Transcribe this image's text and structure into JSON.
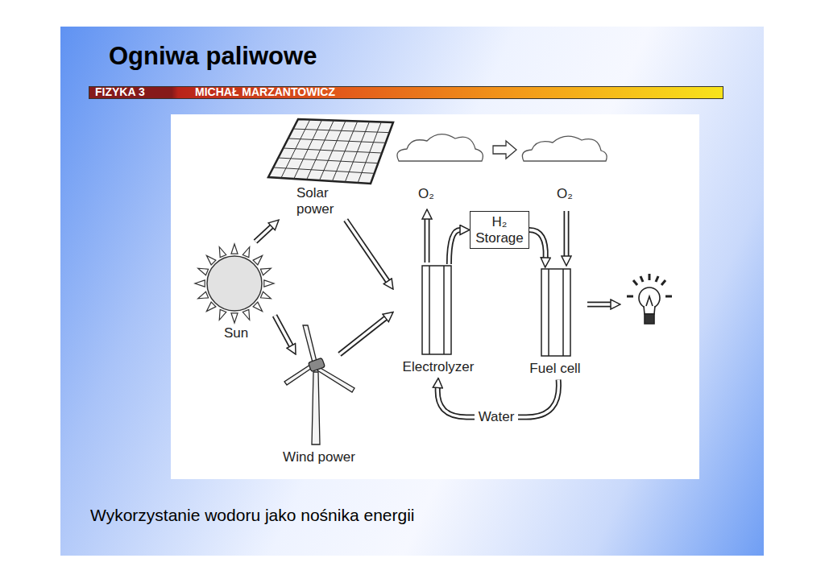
{
  "diagram": {
    "title": "Ogniwa paliwowe",
    "caption": "Wykorzystanie wodoru jako nośnika energii",
    "nodes": [
      {
        "text": [
          "Solar power"
        ]
      },
      {
        "text": [
          "H₂ Storage"
        ]
      },
      {
        "text": [
          "Sun"
        ]
      },
      {
        "text": [
          "Electrolyzer"
        ]
      },
      {
        "text": [
          "Fuel cell"
        ]
      },
      {
        "text": [
          "Wind power"
        ]
      }
    ],
    "edges": [
      {
        "from": 2,
        "to": 0,
        "arrow": "to"
      },
      {
        "from": 2,
        "to": 5,
        "arrow": "to"
      },
      {
        "from": 0,
        "to": 3,
        "arrow": "to"
      },
      {
        "from": 5,
        "to": 3,
        "arrow": "to"
      },
      {
        "from": 3,
        "to": 1,
        "arrow": "to"
      },
      {
        "from": 1,
        "to": 4,
        "arrow": "to"
      },
      {
        "from": 4,
        "to": 3,
        "label": "Water",
        "arrow": "to"
      }
    ],
    "labels": [
      "FIZYKA 3",
      "MICHAŁ MARZANTOWICZ",
      "O₂",
      "O₂"
    ]
  }
}
